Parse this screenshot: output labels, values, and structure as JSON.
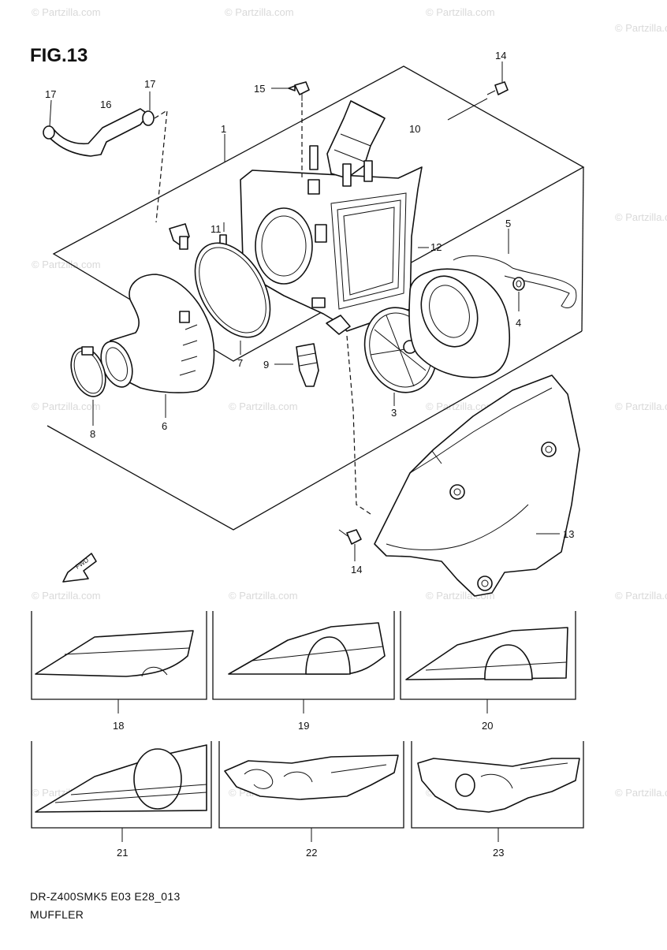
{
  "figure": {
    "title": "FIG.13",
    "code": "DR-Z400SMK5 E03 E28_013",
    "section": "MUFFLER",
    "watermark": "© Partzilla.com",
    "front_arrow": "FWD"
  },
  "callouts": {
    "c1": "1",
    "c3": "3",
    "c4": "4",
    "c5": "5",
    "c6": "6",
    "c7": "7",
    "c8": "8",
    "c9": "9",
    "c10": "10",
    "c11": "11",
    "c12": "12",
    "c13": "13",
    "c14a": "14",
    "c14b": "14",
    "c15": "15",
    "c16": "16",
    "c17a": "17",
    "c17b": "17",
    "c18": "18",
    "c19": "19",
    "c20": "20",
    "c21": "21",
    "c22": "22",
    "c23": "23"
  }
}
